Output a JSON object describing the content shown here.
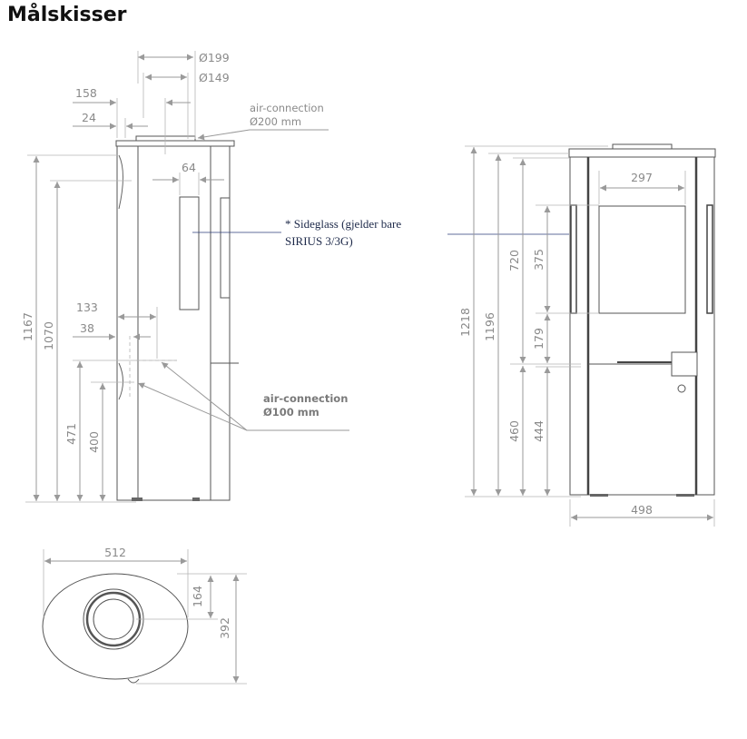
{
  "title": "Målskisser",
  "side_view": {
    "dim_flue_outer": "Ø199",
    "dim_flue_inner": "Ø149",
    "dim_158": "158",
    "dim_24": "24",
    "air_top_label": "air-connection",
    "air_top_size": "Ø200 mm",
    "dim_64": "64",
    "dim_133": "133",
    "dim_38": "38",
    "air_bottom_label": "air-connection",
    "air_bottom_size": "Ø100 mm",
    "dim_1167": "1167",
    "dim_1070": "1070",
    "dim_471": "471",
    "dim_400": "400"
  },
  "note": {
    "line1": "* Sideglass (gjelder bare",
    "line2": "SIRIUS 3/3G)"
  },
  "front_view": {
    "dim_297": "297",
    "dim_1218": "1218",
    "dim_1196": "1196",
    "dim_720": "720",
    "dim_460": "460",
    "dim_375": "375",
    "dim_179": "179",
    "dim_444": "444",
    "dim_498": "498"
  },
  "top_view": {
    "dim_512": "512",
    "dim_164": "164",
    "dim_392": "392"
  }
}
